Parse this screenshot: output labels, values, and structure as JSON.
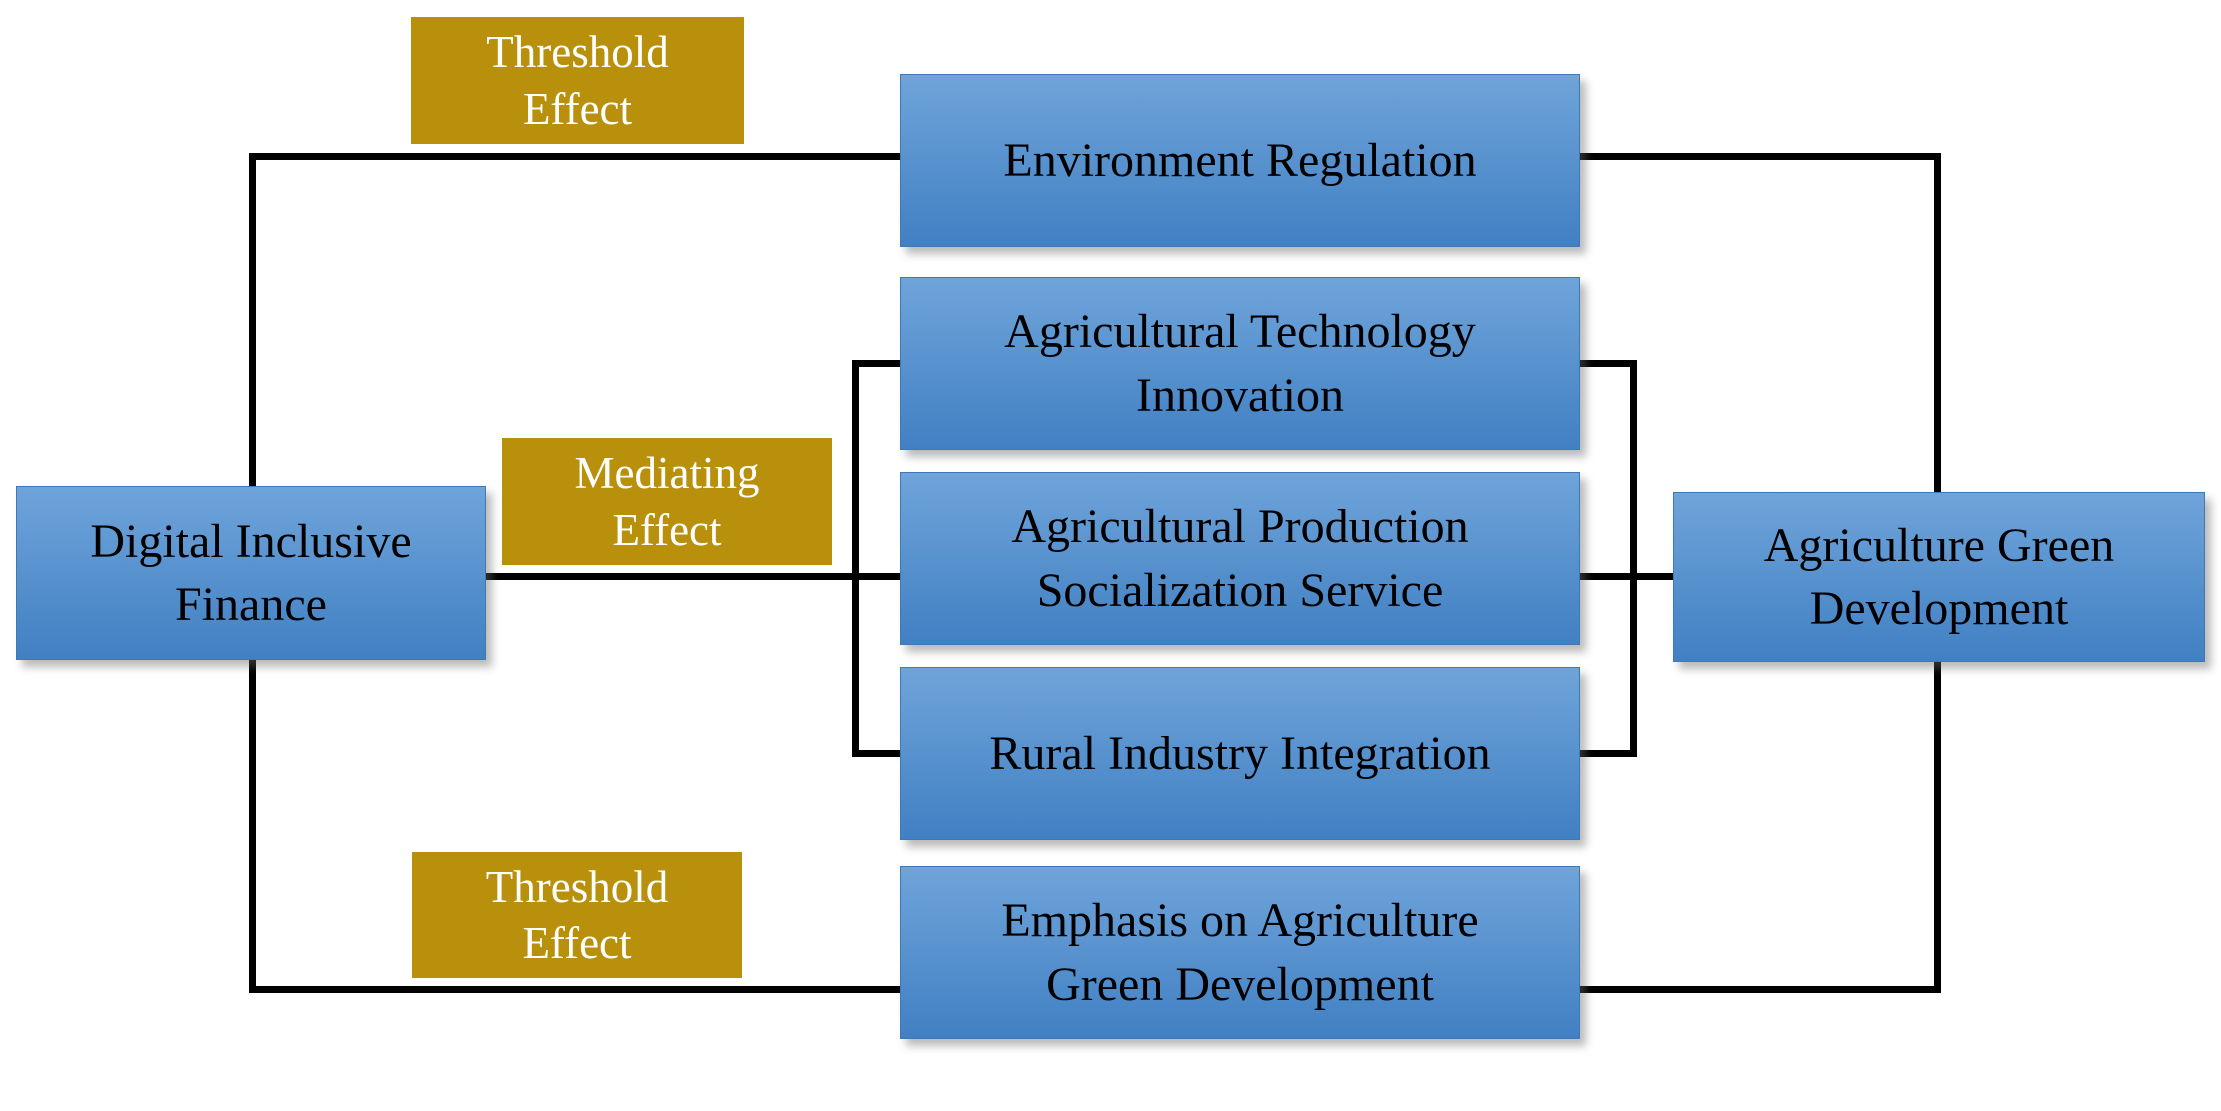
{
  "diagram": {
    "nodes": {
      "dif": {
        "label": "Digital Inclusive\nFinance"
      },
      "er": {
        "label": "Environment Regulation"
      },
      "ati": {
        "label": "Agricultural Technology\nInnovation"
      },
      "apss": {
        "label": "Agricultural Production\nSocialization Service"
      },
      "rii": {
        "label": "Rural Industry Integration"
      },
      "eagd": {
        "label": "Emphasis on Agriculture\nGreen Development"
      },
      "agd": {
        "label": "Agriculture Green\nDevelopment"
      },
      "threshold_top": {
        "label": "Threshold\nEffect"
      },
      "mediating": {
        "label": "Mediating\nEffect"
      },
      "threshold_bottom": {
        "label": "Threshold\nEffect"
      }
    },
    "colors": {
      "background": "#FFFFFF",
      "node_fill_top": "#6FA4DA",
      "node_fill_bottom": "#4180C3",
      "node_border": "#3E79B6",
      "node_text": "#000000",
      "effect_fill": "#B8900C",
      "effect_text": "#FFFFFF",
      "connector": "#000000"
    }
  }
}
